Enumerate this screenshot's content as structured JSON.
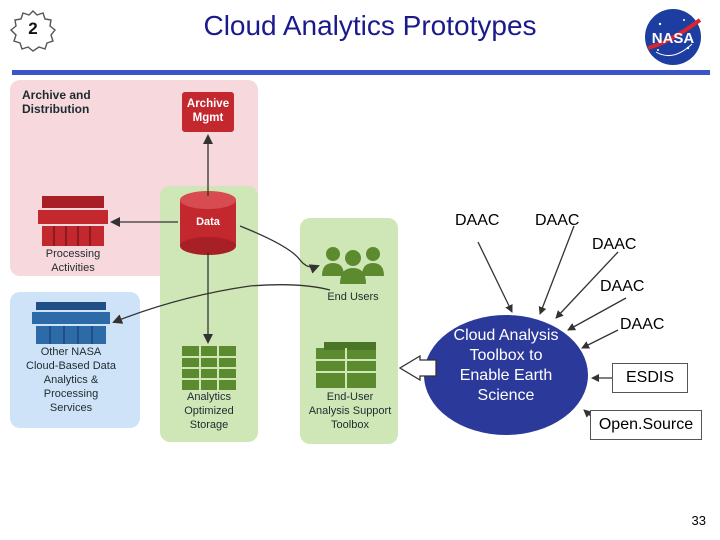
{
  "slide": {
    "number_badge": "2",
    "title": "Cloud Analytics Prototypes",
    "page_number": "33",
    "logo_text": "NASA"
  },
  "diagram": {
    "archive_region_label": "Archive and Distribution",
    "archive_mgmt_label": "Archive Mgmt",
    "data_label": "Data",
    "processing_label": "Processing Activities",
    "end_users_label": "End Users",
    "other_nasa_label": "Other NASA Cloud-Based Data Analytics & Processing Services",
    "analytics_storage_label": "Analytics Optimized Storage",
    "toolbox_label": "End-User Analysis Support Toolbox",
    "cloud_toolbox_label": "Cloud Analysis Toolbox to Enable Earth Science",
    "daac_labels": [
      "DAAC",
      "DAAC",
      "DAAC",
      "DAAC",
      "DAAC"
    ],
    "esdis_label": "ESDIS",
    "open_source_label": "Open.Source"
  },
  "colors": {
    "title": "#1a1a8c",
    "rule": "#3b55c9",
    "archive_region": "#f7d8dc",
    "green_region": "#cfe7b6",
    "blue_region": "#cfe3f8",
    "red_icon": "#c3282e",
    "green_icon": "#5c8a2f",
    "blue_icon": "#2d6aa8",
    "toolbox_oval": "#2b3a9a"
  }
}
